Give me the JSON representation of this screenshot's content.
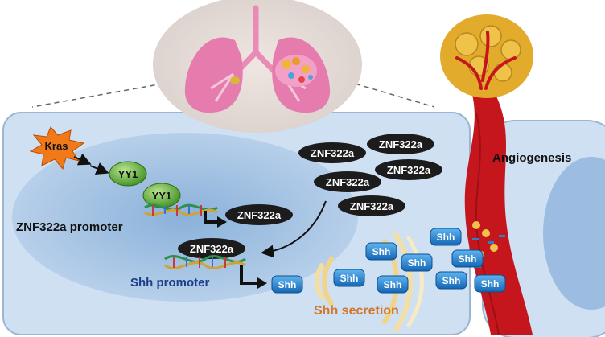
{
  "labels": {
    "kras": "Kras",
    "yy1": "YY1",
    "znf": "ZNF322a",
    "znf_promoter": "ZNF322a promoter",
    "shh_promoter": "Shh promoter",
    "shh": "Shh",
    "shh_secretion": "Shh secretion",
    "angiogenesis": "Angiogenesis"
  },
  "colors": {
    "cell_fill": "#cfe0f2",
    "nucleus_fill": "#a9c6e6",
    "capsule": "#1c1c1c",
    "shh_badge": "#1f7fd0",
    "yy1_green": "#4fa82a",
    "kras_orange": "#f07a1a",
    "promoter_text": "#1d3f8a",
    "secretion_text": "#d2762a",
    "vessel_red": "#c4161c",
    "tumor_yellow": "#e2ab2c"
  },
  "icons": [
    "lung-icon",
    "tumor-icon",
    "dna-helix-icon",
    "blood-vessel-icon",
    "signal-wave-icon"
  ]
}
